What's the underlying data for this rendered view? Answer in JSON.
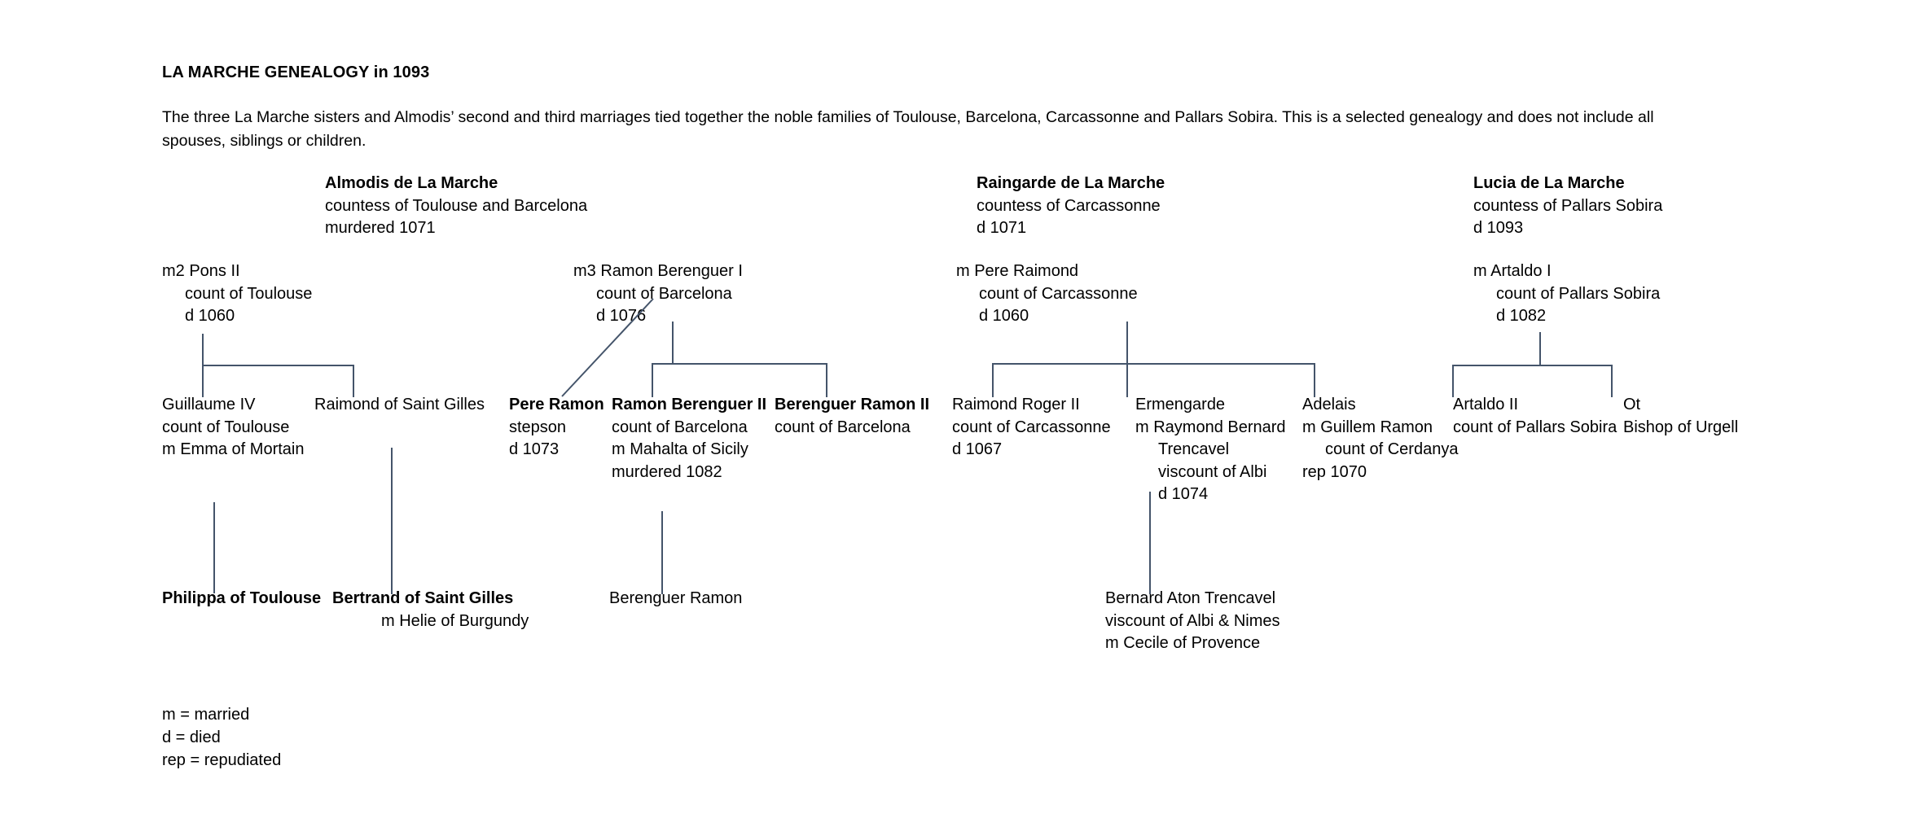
{
  "document": {
    "title": "LA MARCHE GENEALOGY in 1093",
    "intro_line1": "The three La Marche sisters and Almodis’ second and third marriages tied together the noble families of Toulouse, Barcelona, Carcassonne and Pallars Sobira. This is a selected genealogy and does not include all",
    "intro_line2": "spouses, siblings or children."
  },
  "line_color": "#44546a",
  "sisters": {
    "almodis": {
      "name": "Almodis de La Marche",
      "title": "countess of Toulouse and Barcelona",
      "death": "murdered 1071"
    },
    "raingarde": {
      "name": "Raingarde de La Marche",
      "title": "countess of Carcassonne",
      "death": "d 1071"
    },
    "lucia": {
      "name": "Lucia de La Marche",
      "title": "countess of Pallars Sobira",
      "death": "d 1093"
    }
  },
  "marriages": {
    "pons": {
      "spouse": "m2 Pons II",
      "title": "count of Toulouse",
      "death": "d 1060"
    },
    "ramon_berenguer_i": {
      "spouse": "m3 Ramon Berenguer I",
      "title": "count of Barcelona",
      "death": "d 1076"
    },
    "pere_raimond": {
      "spouse": "m Pere Raimond",
      "title": "count of Carcassonne",
      "death": "d 1060"
    },
    "artaldo_i": {
      "spouse": "m Artaldo I",
      "title": "count of Pallars Sobira",
      "death": "d 1082"
    }
  },
  "children": {
    "guillaume_iv": {
      "name": "Guillaume IV",
      "line2": "count of Toulouse",
      "line3": "m Emma of Mortain"
    },
    "raimond_saint_gilles": {
      "name": "Raimond of Saint Gilles"
    },
    "pere_ramon": {
      "name": "Pere Ramon",
      "line2": "stepson",
      "line3": "d 1073"
    },
    "ramon_berenguer_ii": {
      "name": "Ramon Berenguer II",
      "line2": "count of Barcelona",
      "line3": "m Mahalta of Sicily",
      "line4": "murdered 1082"
    },
    "berenguer_ramon_ii": {
      "name": "Berenguer Ramon II",
      "line2": "count of Barcelona"
    },
    "raimond_roger_ii": {
      "name": "Raimond Roger II",
      "line2": "count of Carcassonne",
      "line3": "d 1067"
    },
    "ermengarde": {
      "name": "Ermengarde",
      "line2": "m Raymond Bernard",
      "line3": "Trencavel",
      "line4": "viscount of Albi",
      "line5": "d 1074"
    },
    "adelais": {
      "name": "Adelais",
      "line2": "m Guillem Ramon",
      "line3": "count of Cerdanya",
      "line4": "rep 1070"
    },
    "artaldo_ii": {
      "name": "Artaldo II",
      "line2": "count of Pallars Sobira"
    },
    "ot": {
      "name": "Ot",
      "line2": "Bishop of Urgell"
    }
  },
  "grandchildren": {
    "philippa": {
      "name": "Philippa of Toulouse"
    },
    "bertrand": {
      "name": "Bertrand of Saint Gilles",
      "line2": "m Helie of Burgundy"
    },
    "berenguer_ramon": {
      "name": "Berenguer Ramon"
    },
    "bernard_aton": {
      "name": "Bernard Aton Trencavel",
      "line2": "viscount of Albi & Nimes",
      "line3": "m Cecile of Provence"
    }
  },
  "key": {
    "married": "m = married",
    "died": "d = died",
    "repudiated": "rep = repudiated"
  }
}
